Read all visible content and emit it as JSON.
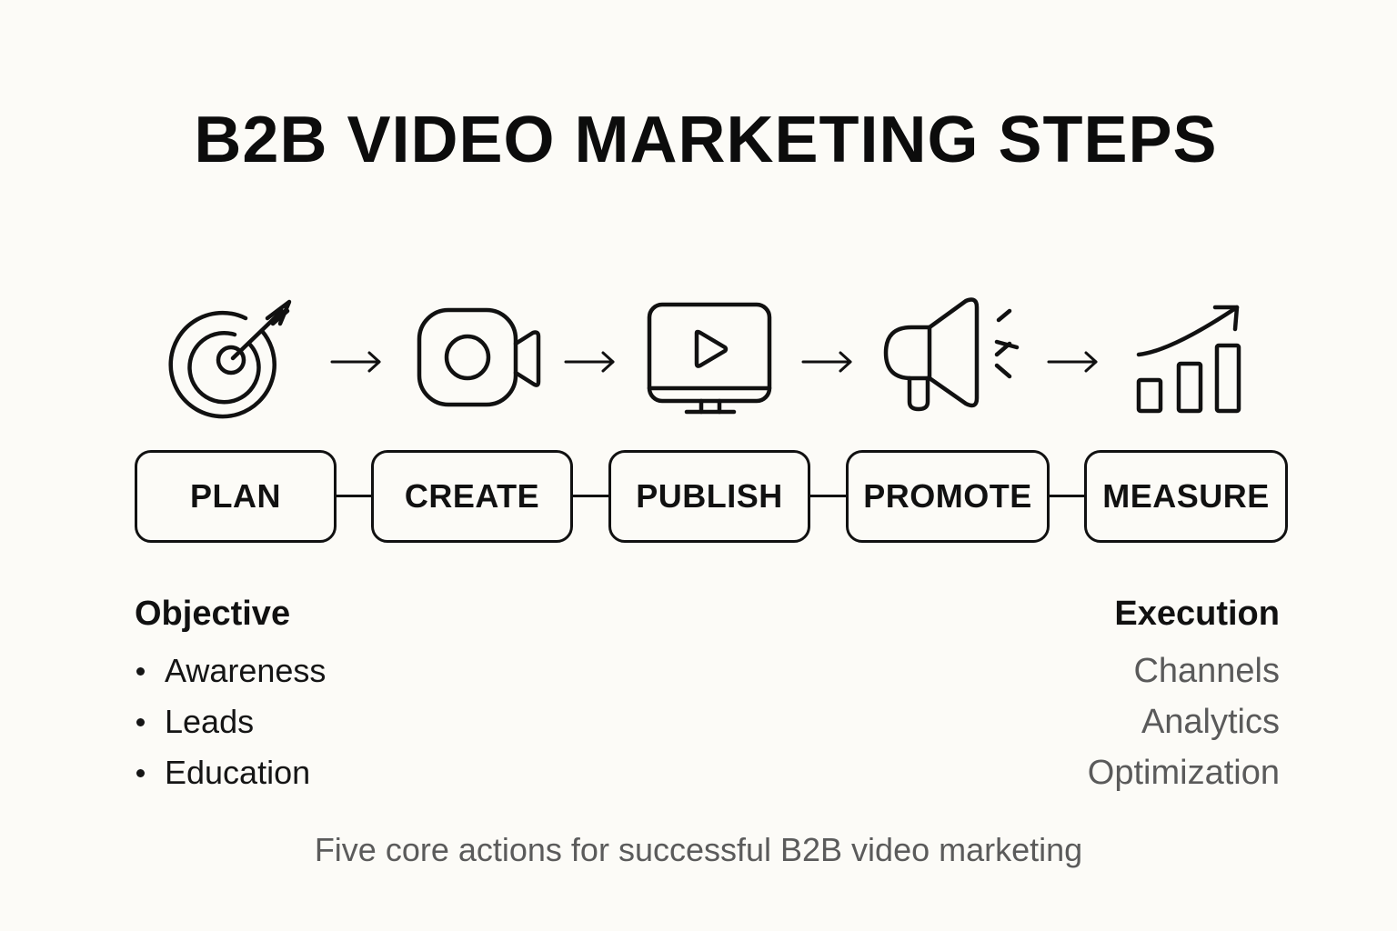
{
  "title": "B2B VIDEO MARKETING STEPS",
  "steps": [
    {
      "label": "PLAN",
      "icon": "target-arrow-icon"
    },
    {
      "label": "CREATE",
      "icon": "video-camera-icon"
    },
    {
      "label": "PUBLISH",
      "icon": "monitor-play-icon"
    },
    {
      "label": "PROMOTE",
      "icon": "megaphone-icon"
    },
    {
      "label": "MEASURE",
      "icon": "growth-chart-icon"
    }
  ],
  "objective": {
    "heading": "Objective",
    "items": [
      "Awareness",
      "Leads",
      "Education"
    ]
  },
  "execution": {
    "heading": "Execution",
    "items": [
      "Channels",
      "Analytics",
      "Optimization"
    ]
  },
  "caption": "Five core actions for successful B2B video marketing",
  "colors": {
    "background": "#fcfbf7",
    "ink": "#111111",
    "muted_text": "#5a5a5a"
  }
}
